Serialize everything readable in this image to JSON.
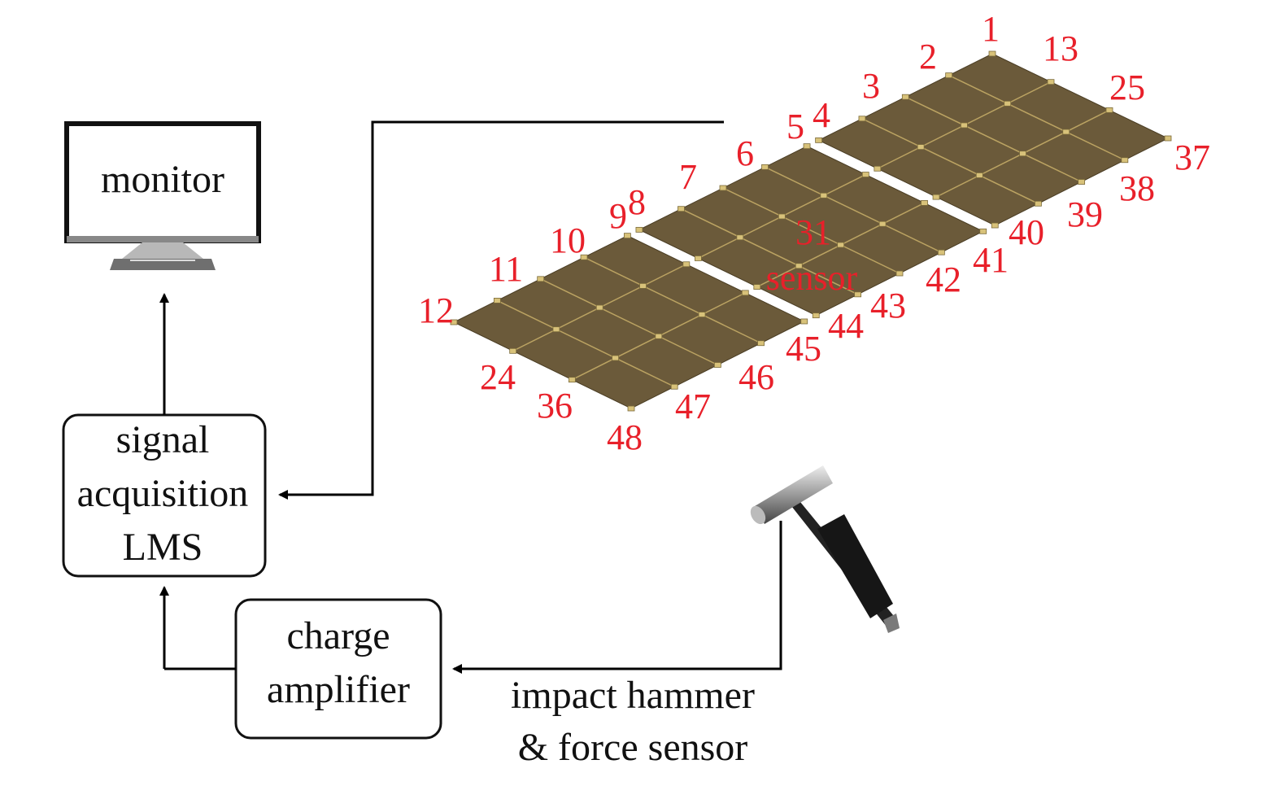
{
  "blocks": {
    "monitor": "monitor",
    "signal_lines": [
      "signal",
      "acquisition",
      "LMS"
    ],
    "charge_lines": [
      "charge",
      "amplifier"
    ],
    "hammer_lines": [
      "impact hammer",
      "& force sensor"
    ]
  },
  "plate": {
    "sensor_label": "sensor",
    "sensor_point": "31",
    "top_row": [
      "1",
      "2",
      "3",
      "4",
      "5",
      "6",
      "7",
      "8",
      "9",
      "10",
      "11",
      "12"
    ],
    "bottom_row": [
      "37",
      "38",
      "39",
      "40",
      "41",
      "42",
      "43",
      "44",
      "45",
      "46",
      "47",
      "48"
    ],
    "right_column": [
      "13",
      "25"
    ],
    "left_column": [
      "24",
      "36"
    ]
  },
  "colors": {
    "plate_fill": "#6b5a3a",
    "grid_line": "#c9b06a",
    "label_red": "#e8202a"
  }
}
